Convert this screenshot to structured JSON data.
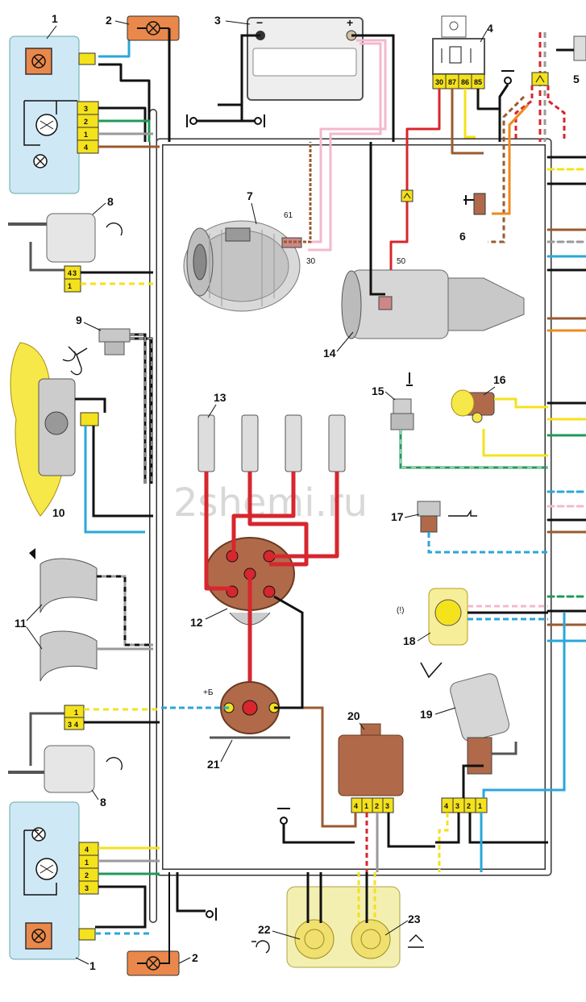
{
  "watermark": "2shemi.ru",
  "labels": {
    "n1_top": "1",
    "n2_top": "2",
    "n3": "3",
    "n4": "4",
    "n5": "5",
    "n6": "6",
    "n7": "7",
    "n8_top": "8",
    "n9": "9",
    "n10": "10",
    "n11": "11",
    "n12": "12",
    "n13": "13",
    "n14": "14",
    "n15": "15",
    "n16": "16",
    "n17": "17",
    "n18": "18",
    "n19": "19",
    "n20": "20",
    "n21": "21",
    "n22": "22",
    "n23": "23",
    "n8_bottom": "8",
    "n1_bottom": "1",
    "n2_bottom": "2"
  },
  "terminals": {
    "battery_minus": "−",
    "battery_plus": "+",
    "gen_61": "61",
    "gen_30": "30",
    "starter_50": "50",
    "coil_plus_b": "+Б",
    "relay_pins": [
      "30",
      "87",
      "86",
      "85"
    ],
    "headlamp_top_pins": [
      "3",
      "2",
      "1",
      "4"
    ],
    "headlamp_bottom_pins": [
      "4",
      "1",
      "2",
      "3"
    ],
    "switch_top_pins": [
      "1",
      "4",
      "3"
    ],
    "switch_bottom_pins": [
      "3",
      "4",
      "1"
    ],
    "regulator_pins": [
      "4",
      "1",
      "2",
      "3"
    ],
    "wiper_pins": [
      "4",
      "3",
      "2",
      "1"
    ],
    "warning_symbol": "(!)"
  },
  "colors": {
    "black": "#111111",
    "red": "#d7262e",
    "blue": "#2aa7d8",
    "green": "#1f9a5a",
    "yellow": "#f4e21c",
    "brown": "#9a5a30",
    "pink": "#f3b8cc",
    "gray": "#9a9a9a",
    "orange": "#ef8a1e",
    "lamp": "#e9884a",
    "headlamp_glass": "#cfe8f5",
    "motor_yellow": "#f7e84a",
    "cap_brown": "#b06a4a"
  }
}
